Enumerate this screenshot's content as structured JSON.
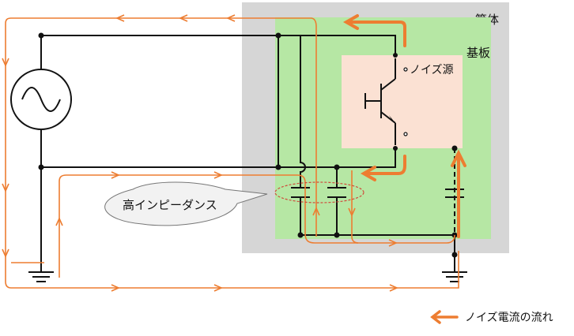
{
  "labels": {
    "enclosure": "筐体",
    "board": "基板",
    "noise_source": "ノイズ源",
    "high_impedance": "高インピーダンス",
    "legend": "ノイズ電流の流れ"
  },
  "colors": {
    "enclosure_fill": "#d6d6d6",
    "board_fill": "#b6e7a4",
    "noise_source_fill": "#fbe1d3",
    "noise_current": "#ed7d31",
    "wire": "#111111"
  },
  "icons": {
    "ac_source": "ac-source-icon",
    "transistor": "transistor-icon",
    "ground": "ground-icon",
    "capacitor": "capacitor-icon",
    "arrow": "arrow-left-icon"
  }
}
